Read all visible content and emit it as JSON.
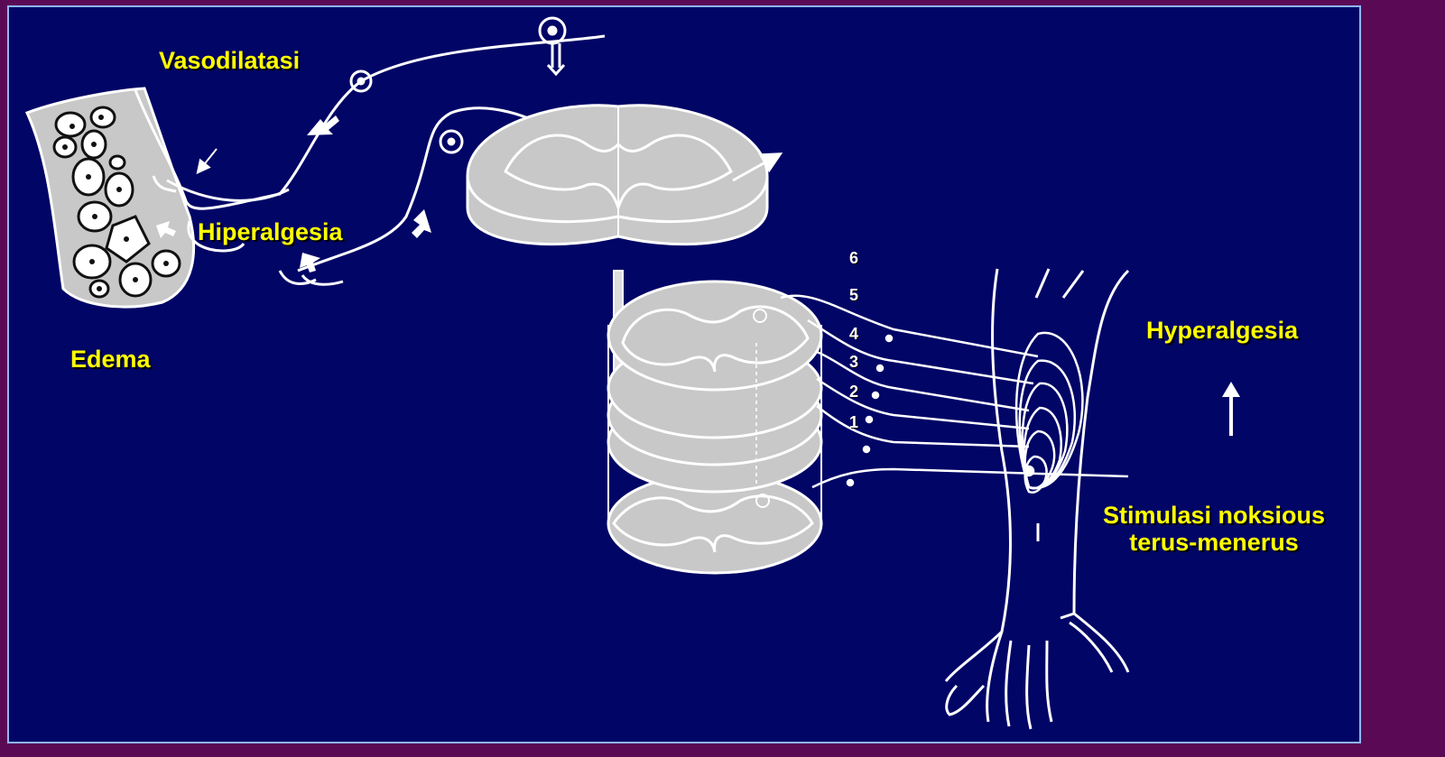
{
  "labels": {
    "vasodilatasi": "Vasodilatasi",
    "hiperalgesia": "Hiperalgesia",
    "edema": "Edema",
    "hyperalgesia": "Hyperalgesia",
    "stimulasi_line1": "Stimulasi noksious",
    "stimulasi_line2": "terus-menerus"
  },
  "segment_numbers": [
    "6",
    "5",
    "4",
    "3",
    "2",
    "1"
  ],
  "colors": {
    "background": "#000566",
    "frame": "#5a0a55",
    "label_text": "#ffff00",
    "line_art": "#ffffff",
    "tissue": "#c8c8c8"
  }
}
